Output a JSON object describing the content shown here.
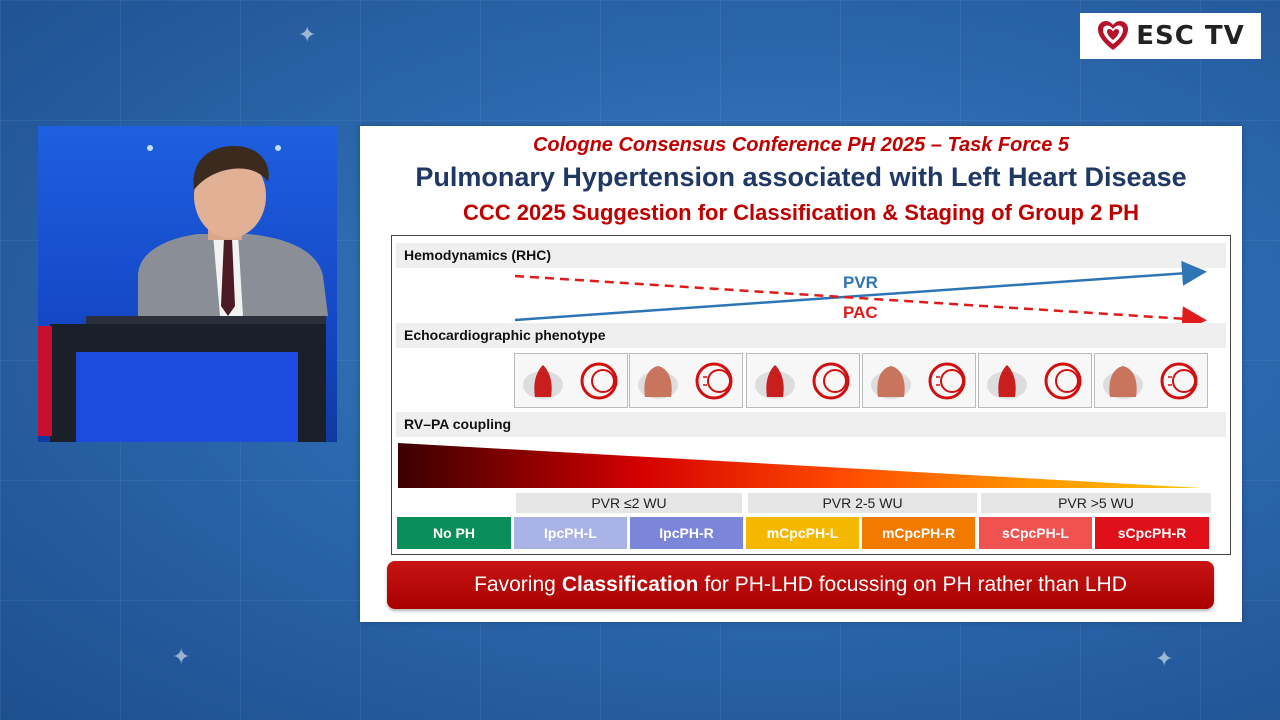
{
  "logo": {
    "text": "ESC TV"
  },
  "slide": {
    "kicker": "Cologne Consensus Conference PH 2025 – Task Force 5",
    "title": "Pulmonary Hypertension associated with Left Heart Disease",
    "subtitle": "CCC 2025 Suggestion for Classification & Staging of Group 2 PH",
    "rows": {
      "hemodynamics": "Hemodynamics (RHC)",
      "echo": "Echocardiographic phenotype",
      "coupling": "RV–PA coupling"
    },
    "arrows": {
      "pvr": "PVR",
      "pac": "PAC"
    },
    "pvr_categories": [
      "PVR ≤2 WU",
      "PVR 2-5 WU",
      "PVR >5 WU"
    ],
    "stages": [
      {
        "label": "No PH",
        "color": "#0b8f5a"
      },
      {
        "label": "IpcPH-L",
        "color": "#a9b3e6"
      },
      {
        "label": "IpcPH-R",
        "color": "#7b85d9"
      },
      {
        "label": "mCpcPH-L",
        "color": "#f5b800"
      },
      {
        "label": "mCpcPH-R",
        "color": "#f27a00"
      },
      {
        "label": "sCpcPH-L",
        "color": "#f0524f"
      },
      {
        "label": "sCpcPH-R",
        "color": "#e0101a"
      }
    ],
    "banner": {
      "pre": "Favoring",
      "bold": "Classification",
      "post": "for PH-LHD focussing on PH rather than LHD"
    }
  }
}
